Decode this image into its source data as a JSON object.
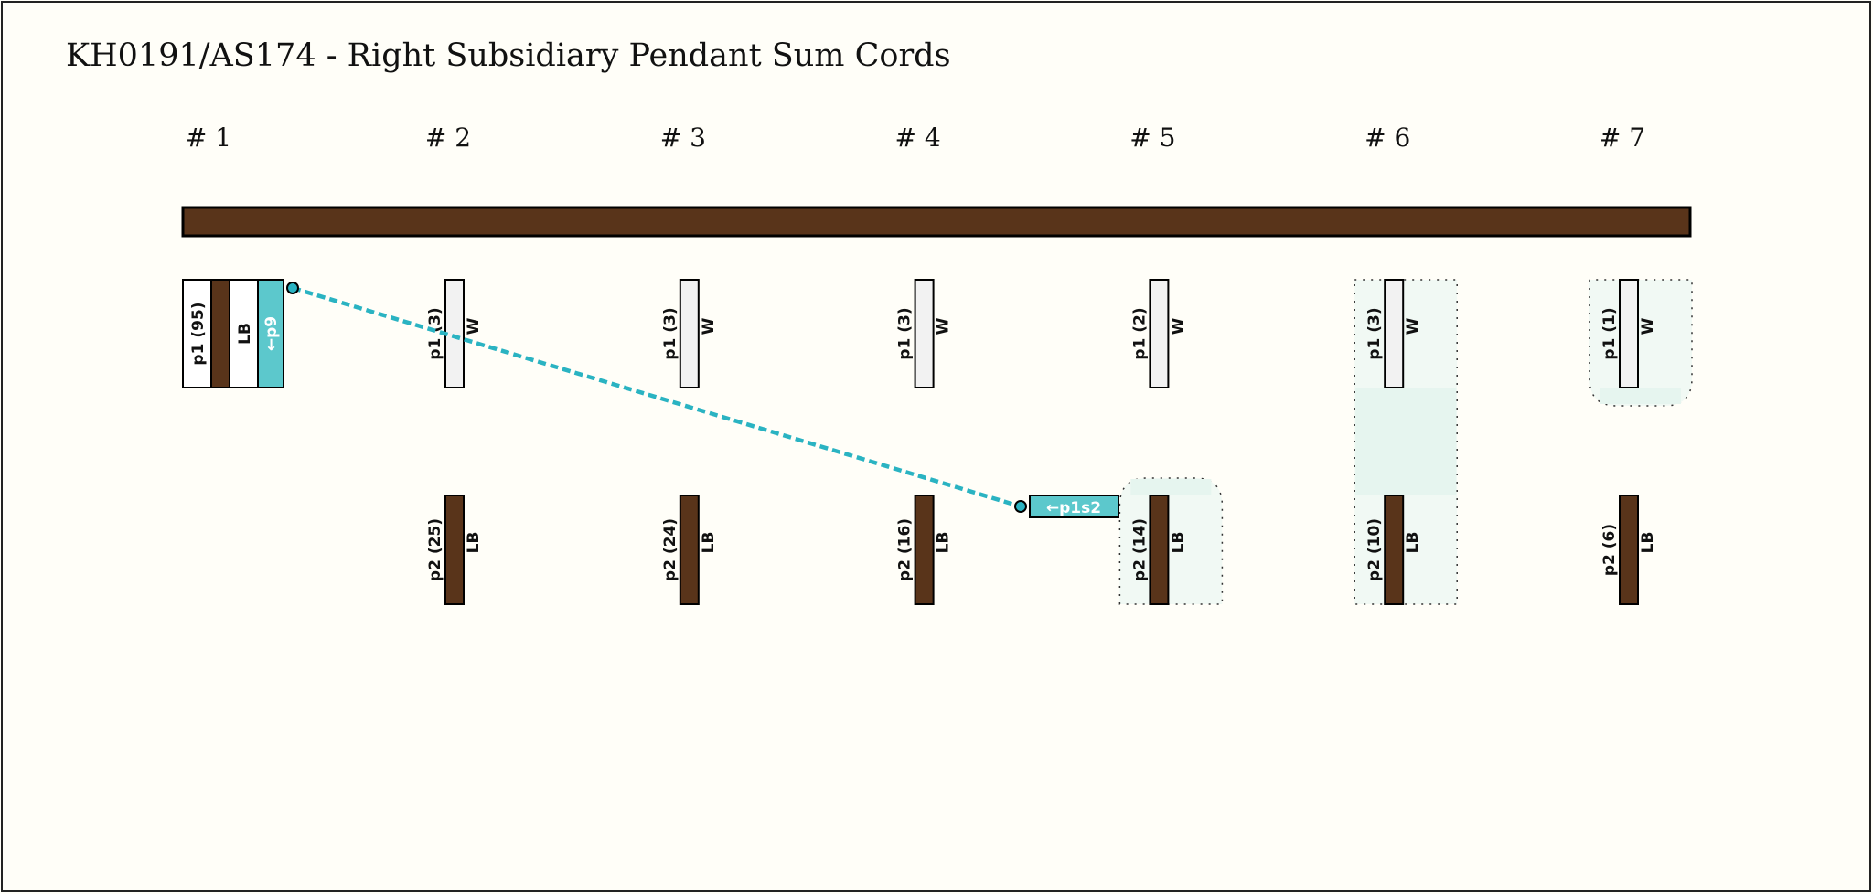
{
  "title": "KH0191/AS174 - Right Subsidiary Pendant Sum Cords",
  "colors": {
    "primary_cord": "#59341a",
    "white_cord": "#f2f2f2",
    "link": "#2ab3c2",
    "link_box": "#5cc8cc",
    "highlight_light": "#f1f9f4",
    "highlight_dark": "#e6f5ef",
    "background": "#fffef8"
  },
  "columns": [
    {
      "label": "# 1"
    },
    {
      "label": "# 2"
    },
    {
      "label": "# 3"
    },
    {
      "label": "# 4"
    },
    {
      "label": "# 5"
    },
    {
      "label": "# 6"
    },
    {
      "label": "# 7"
    }
  ],
  "sum_cord": {
    "label": "p1 (95)",
    "color_label": "LB",
    "link_label": "←p9"
  },
  "cords": [
    {
      "column": 2,
      "top": {
        "label": "p1 (3)",
        "color": "W"
      },
      "bottom": {
        "label": "p2 (25)",
        "color": "LB"
      },
      "highlight": "none"
    },
    {
      "column": 3,
      "top": {
        "label": "p1 (3)",
        "color": "W"
      },
      "bottom": {
        "label": "p2 (24)",
        "color": "LB"
      },
      "highlight": "none"
    },
    {
      "column": 4,
      "top": {
        "label": "p1 (3)",
        "color": "W"
      },
      "bottom": {
        "label": "p2 (16)",
        "color": "LB"
      },
      "highlight": "none"
    },
    {
      "column": 5,
      "top": {
        "label": "p1 (2)",
        "color": "W"
      },
      "bottom": {
        "label": "p2 (14)",
        "color": "LB"
      },
      "highlight": "bottom"
    },
    {
      "column": 6,
      "top": {
        "label": "p1 (3)",
        "color": "W"
      },
      "bottom": {
        "label": "p2 (10)",
        "color": "LB"
      },
      "highlight": "both"
    },
    {
      "column": 7,
      "top": {
        "label": "p1 (1)",
        "color": "W"
      },
      "bottom": {
        "label": "p2 (6)",
        "color": "LB"
      },
      "highlight": "top"
    }
  ],
  "link": {
    "from": "p9",
    "target_label": "←p1s2",
    "target_column": 5
  }
}
